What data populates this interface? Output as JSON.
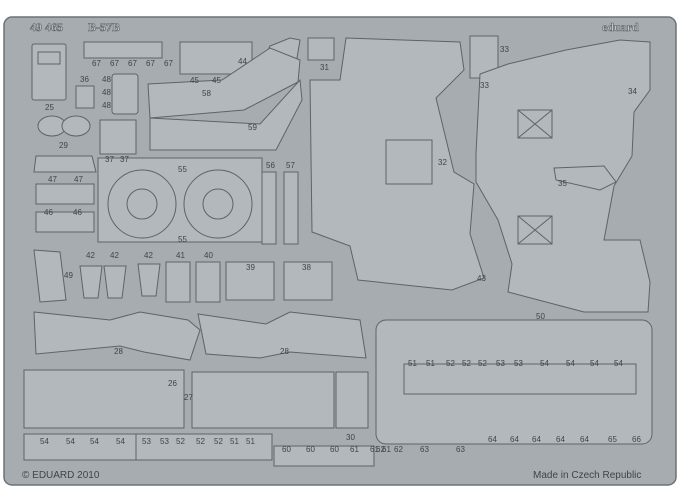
{
  "fret": {
    "part_number": "49 465",
    "aircraft": "B-57B",
    "brand": "eduard",
    "copyright": "© EDUARD 2010",
    "origin": "Made in Czech Republic"
  },
  "part_labels": {
    "p25": "25",
    "p29": "29",
    "p31": "31",
    "p32": "32",
    "p33a": "33",
    "p33b": "33",
    "p34": "34",
    "p35": "35",
    "p36": "36",
    "p37a": "37",
    "p37b": "37",
    "p38": "38",
    "p39": "39",
    "p40": "40",
    "p41": "41",
    "p42a": "42",
    "p42b": "42",
    "p42c": "42",
    "p43": "43",
    "p44": "44",
    "p45a": "45",
    "p45b": "45",
    "p46a": "46",
    "p46b": "46",
    "p47a": "47",
    "p47b": "47",
    "p48a": "48",
    "p48b": "48",
    "p48c": "48",
    "p49": "49",
    "p50": "50",
    "p55a": "55",
    "p55b": "55",
    "p56": "56",
    "p57": "57",
    "p58": "58",
    "p59": "59",
    "p26": "26",
    "p27": "27",
    "p28a": "28",
    "p28b": "28",
    "p30": "30",
    "p67": [
      "67",
      "67",
      "67",
      "67",
      "67"
    ],
    "row_mid": [
      "51",
      "51",
      "52",
      "52",
      "52",
      "53",
      "53",
      "54",
      "54",
      "54",
      "54"
    ],
    "row_bottom_left": [
      "54",
      "54",
      "54",
      "54",
      "53",
      "53",
      "52",
      "52",
      "52",
      "51",
      "51"
    ],
    "row_bottom_mid": [
      "60",
      "60",
      "60",
      "61",
      "61",
      "61",
      "62",
      "62",
      "63",
      "63"
    ],
    "row_bottom_right": [
      "64",
      "64",
      "64",
      "64",
      "64",
      "65",
      "66"
    ]
  },
  "colors": {
    "background": "#ffffff",
    "fret_metal": "#a7acb0",
    "part_face": "#b3b8bc",
    "etch_line": "#5d6368",
    "label_text": "#3f4448"
  }
}
